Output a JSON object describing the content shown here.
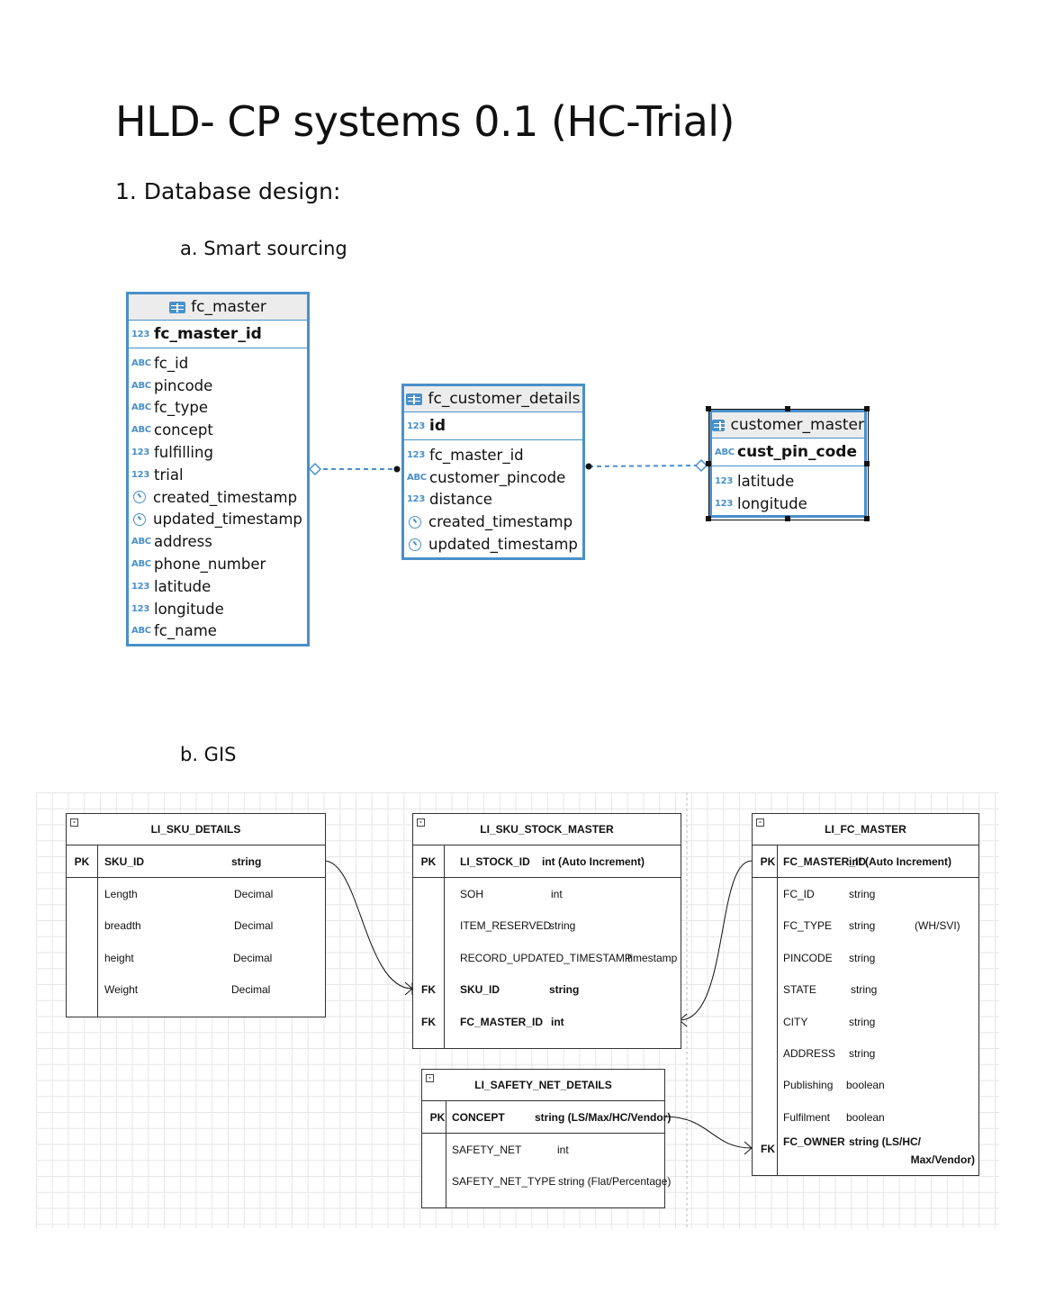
{
  "title": "HLD- CP systems 0.1 (HC-Trial)",
  "section1": "1.  Database design:",
  "sub_a": "a.   Smart sourcing",
  "sub_b": "b.   GIS",
  "smart_sourcing": {
    "fc_master": {
      "name": "fc_master",
      "pk": {
        "type": "123",
        "name": "fc_master_id"
      },
      "columns": [
        {
          "type": "ABC",
          "name": "fc_id"
        },
        {
          "type": "ABC",
          "name": "pincode"
        },
        {
          "type": "ABC",
          "name": "fc_type"
        },
        {
          "type": "ABC",
          "name": "concept"
        },
        {
          "type": "123",
          "name": "fulfilling"
        },
        {
          "type": "123",
          "name": "trial"
        },
        {
          "type": "clock",
          "name": "created_timestamp"
        },
        {
          "type": "clock",
          "name": "updated_timestamp"
        },
        {
          "type": "ABC",
          "name": "address"
        },
        {
          "type": "ABC",
          "name": "phone_number"
        },
        {
          "type": "123",
          "name": "latitude"
        },
        {
          "type": "123",
          "name": "longitude"
        },
        {
          "type": "ABC",
          "name": "fc_name"
        }
      ]
    },
    "fc_customer_details": {
      "name": "fc_customer_details",
      "pk": {
        "type": "123",
        "name": "id"
      },
      "columns": [
        {
          "type": "123",
          "name": "fc_master_id"
        },
        {
          "type": "ABC",
          "name": "customer_pincode"
        },
        {
          "type": "123",
          "name": "distance"
        },
        {
          "type": "clock",
          "name": "created_timestamp"
        },
        {
          "type": "clock",
          "name": "updated_timestamp"
        }
      ]
    },
    "customer_master": {
      "name": "customer_master",
      "pk": {
        "type": "ABC",
        "name": "cust_pin_code"
      },
      "columns": [
        {
          "type": "123",
          "name": "latitude"
        },
        {
          "type": "123",
          "name": "longitude"
        }
      ]
    }
  },
  "gis": {
    "sku_details": {
      "name": "LI_SKU_DETAILS",
      "pk": {
        "key": "PK",
        "name": "SKU_ID",
        "type": "string"
      },
      "rows": [
        {
          "name": "Length",
          "type": "Decimal"
        },
        {
          "name": "breadth",
          "type": "Decimal"
        },
        {
          "name": "height",
          "type": "Decimal"
        },
        {
          "name": "Weight",
          "type": "Decimal"
        }
      ]
    },
    "sku_stock_master": {
      "name": "LI_SKU_STOCK_MASTER",
      "pk": {
        "key": "PK",
        "name": "LI_STOCK_ID",
        "type": "int (Auto Increment)"
      },
      "rows": [
        {
          "key": "",
          "name": "SOH",
          "type": "int"
        },
        {
          "key": "",
          "name": "ITEM_RESERVED",
          "type": "string"
        },
        {
          "key": "",
          "name": "RECORD_UPDATED_TIMESTAMP",
          "type": "timestamp"
        },
        {
          "key": "FK",
          "name": "SKU_ID",
          "type": "string"
        },
        {
          "key": "FK",
          "name": "FC_MASTER_ID",
          "type": "int"
        }
      ]
    },
    "fc_master": {
      "name": "LI_FC_MASTER",
      "pk": {
        "key": "PK",
        "name": "FC_MASTER_ID",
        "type": "int (Auto Increment)"
      },
      "rows": [
        {
          "key": "",
          "name": "FC_ID",
          "type": "string",
          "note": ""
        },
        {
          "key": "",
          "name": "FC_TYPE",
          "type": "string",
          "note": "(WH/SVI)"
        },
        {
          "key": "",
          "name": "PINCODE",
          "type": "string",
          "note": ""
        },
        {
          "key": "",
          "name": "STATE",
          "type": "string",
          "note": ""
        },
        {
          "key": "",
          "name": "CITY",
          "type": "string",
          "note": ""
        },
        {
          "key": "",
          "name": "ADDRESS",
          "type": "string",
          "note": ""
        },
        {
          "key": "",
          "name": "Publishing",
          "type": "boolean",
          "note": ""
        },
        {
          "key": "",
          "name": "Fulfilment",
          "type": "boolean",
          "note": ""
        },
        {
          "key": "FK",
          "name": "FC_OWNER",
          "type": "string (LS/HC/",
          "note": "Max/Vendor)"
        }
      ]
    },
    "safety_net": {
      "name": "LI_SAFETY_NET_DETAILS",
      "pk": {
        "key": "PK",
        "name": "CONCEPT",
        "type": "string (LS/Max/HC/Vendor)"
      },
      "rows": [
        {
          "name": "SAFETY_NET",
          "type": "int"
        },
        {
          "name": "SAFETY_NET_TYPE",
          "type": "string (Flat/Percentage)"
        }
      ]
    }
  }
}
